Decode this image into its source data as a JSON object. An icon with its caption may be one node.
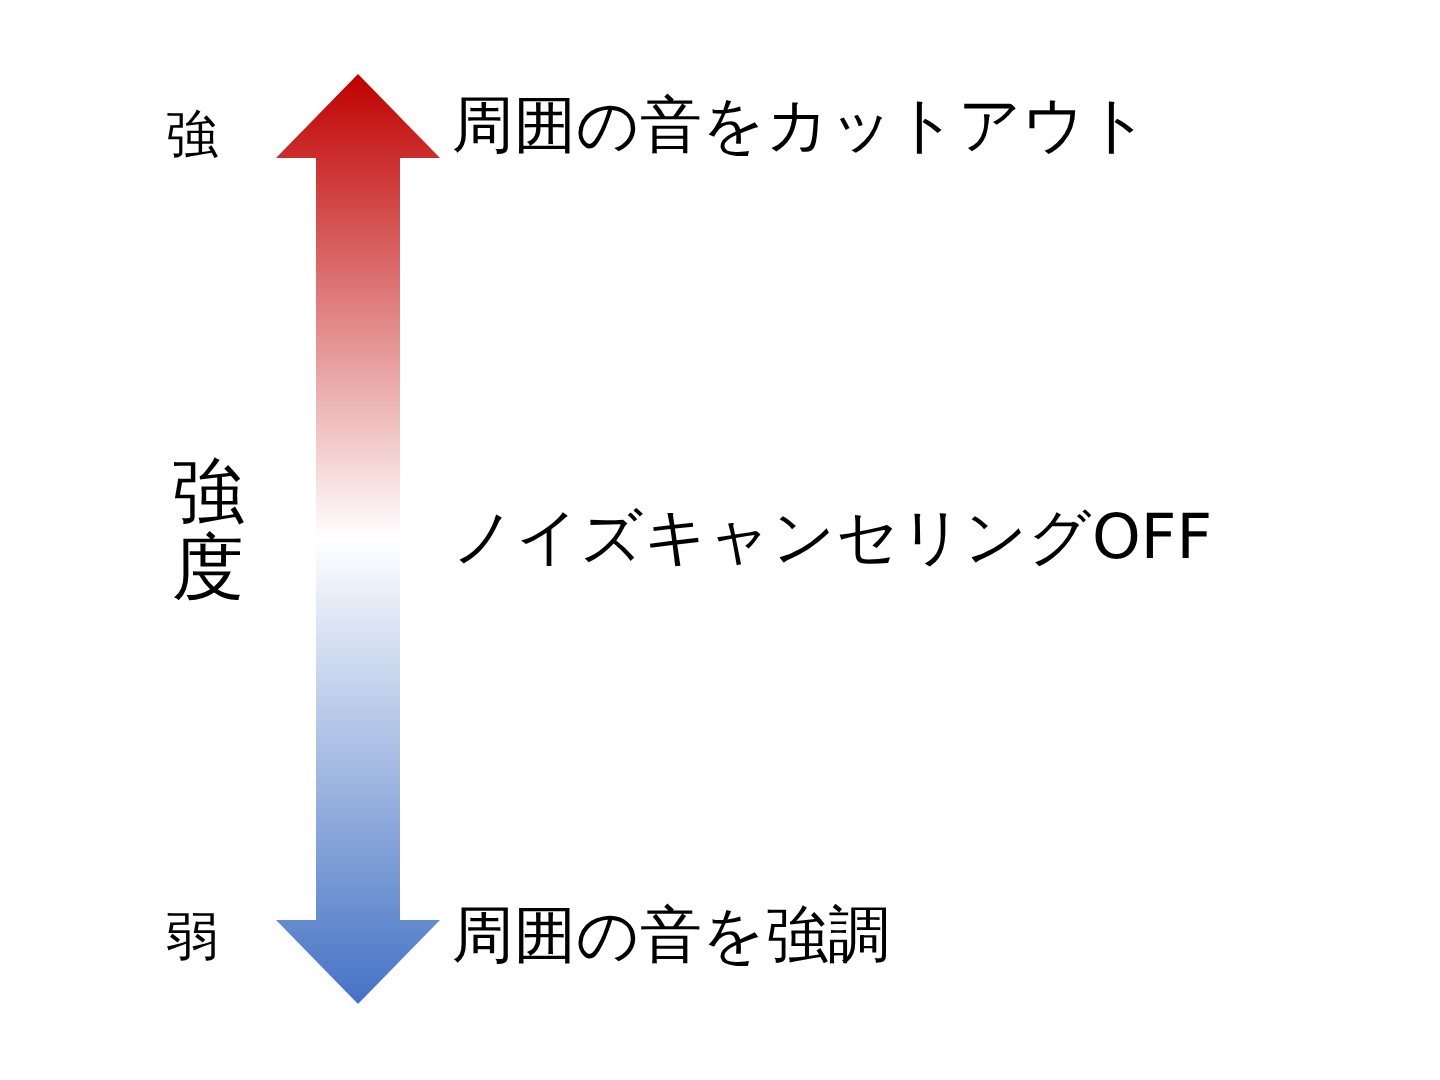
{
  "diagram": {
    "labels": [
      "強",
      "周囲の音をカットアウト",
      "強度",
      "ノイズキャンセリングOFF",
      "弱",
      "周囲の音を強調"
    ]
  }
}
